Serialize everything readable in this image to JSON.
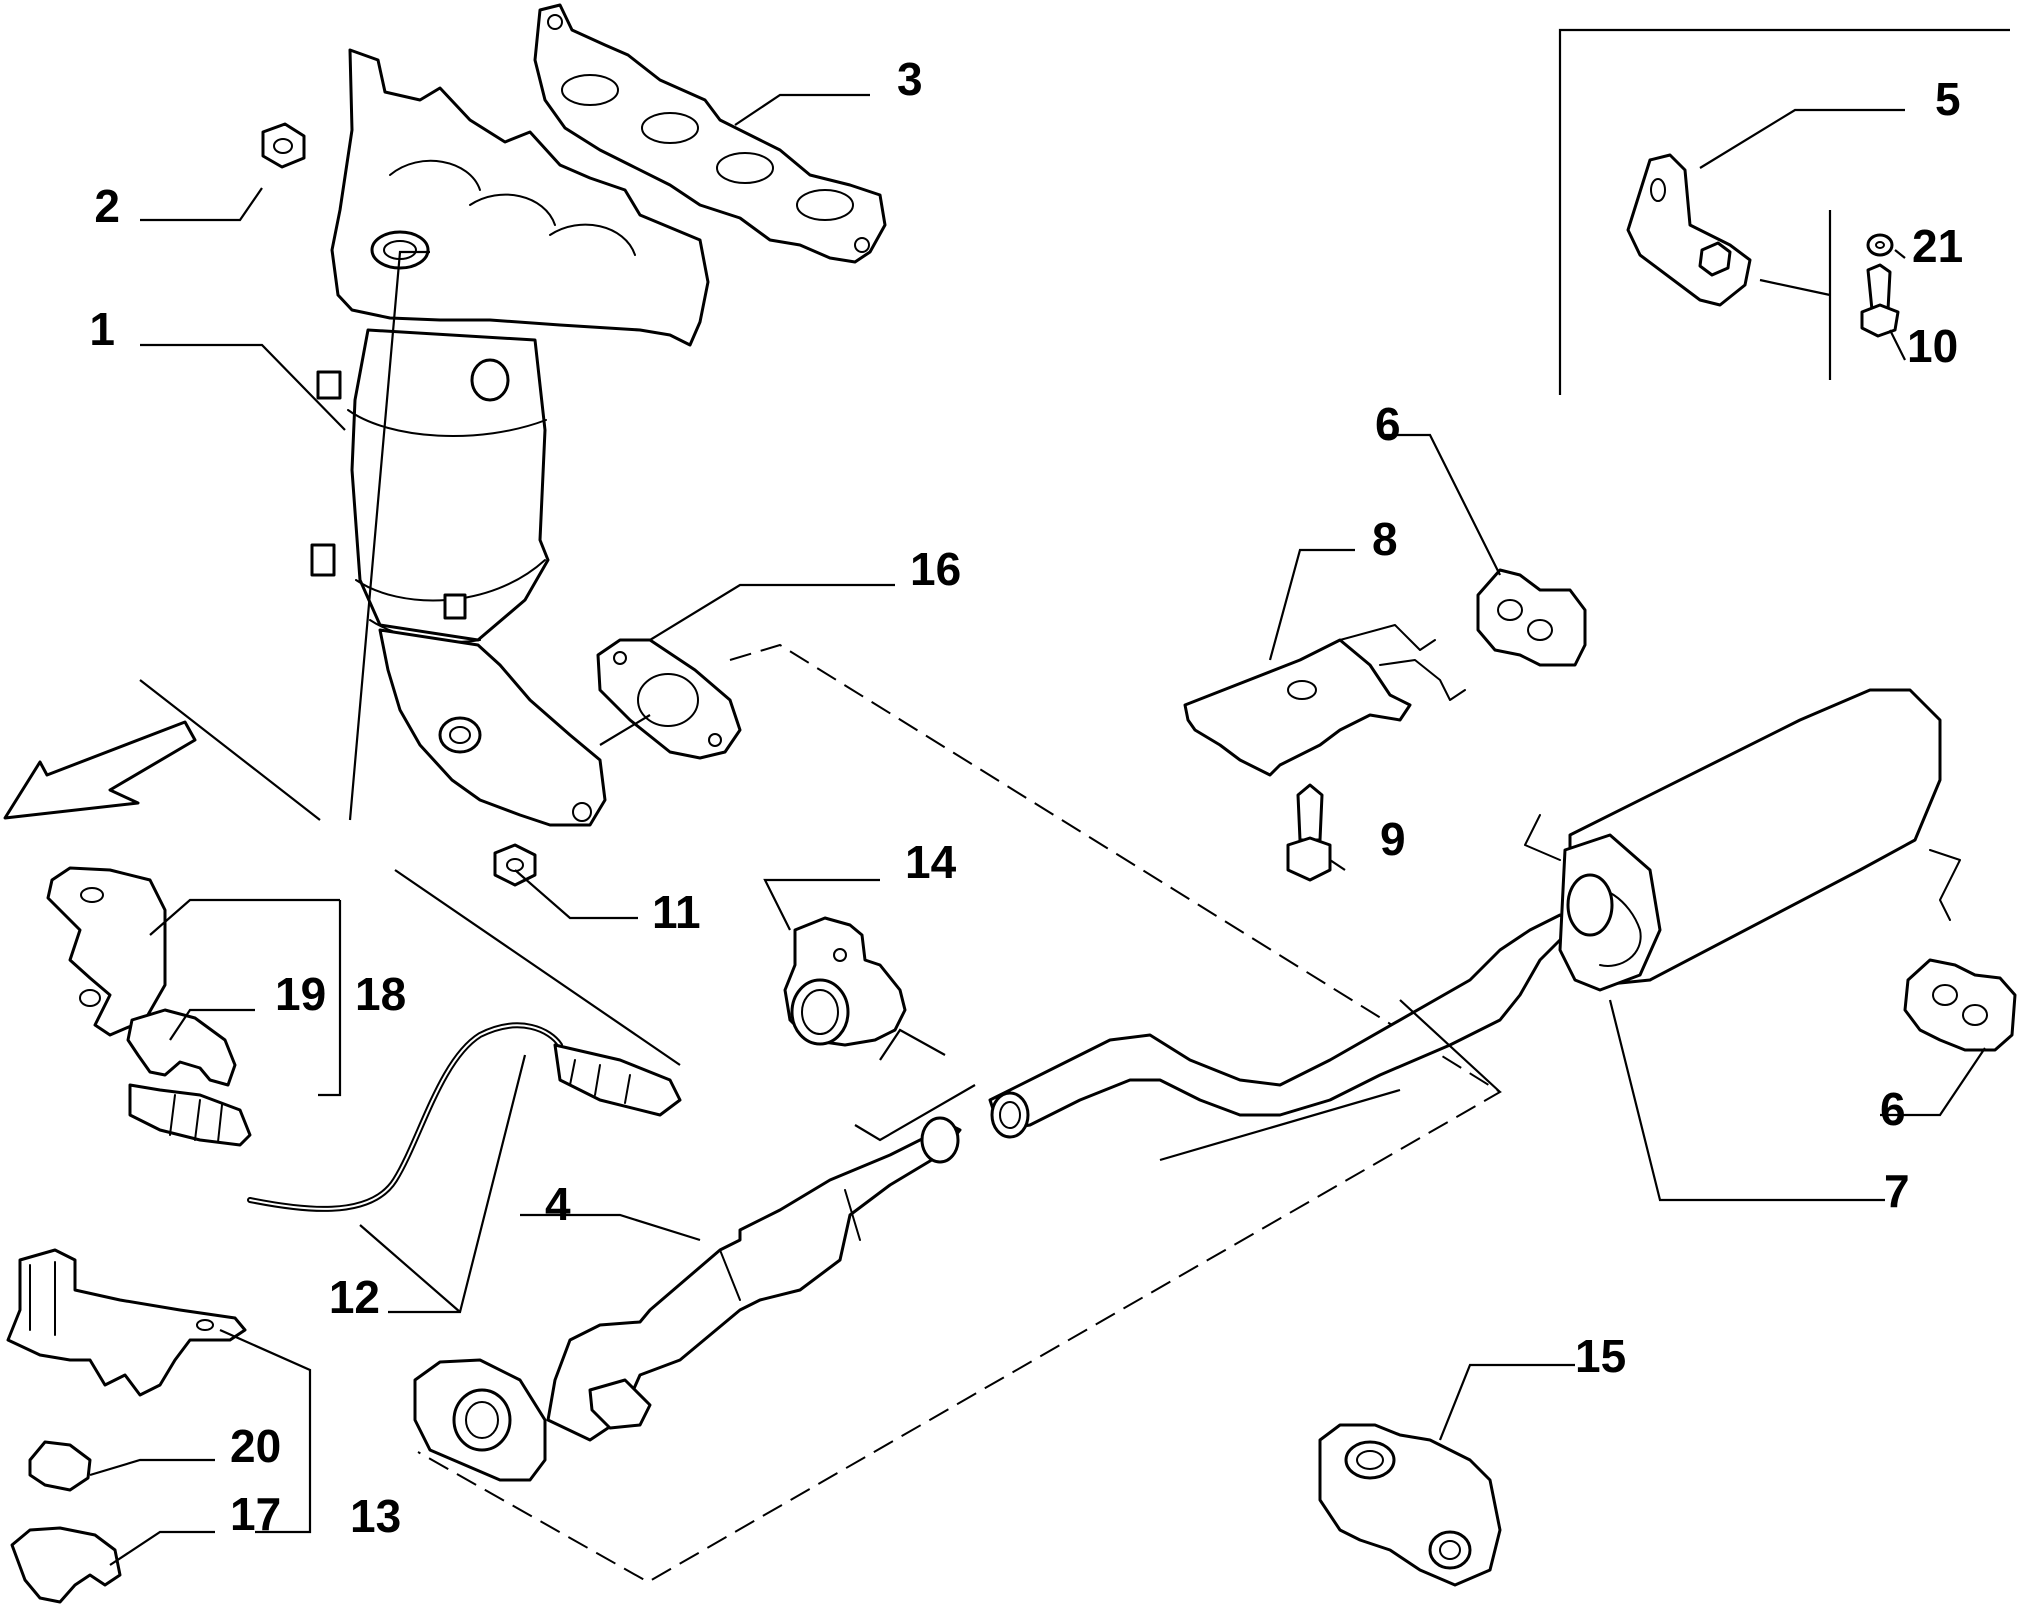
{
  "diagram": {
    "labels": {
      "l1": "1",
      "l2": "2",
      "l3": "3",
      "l4": "4",
      "l5": "5",
      "l6a": "6",
      "l6b": "6",
      "l7": "7",
      "l8": "8",
      "l9": "9",
      "l10": "10",
      "l11": "11",
      "l12": "12",
      "l13": "13",
      "l14": "14",
      "l15": "15",
      "l16": "16",
      "l17": "17",
      "l18": "18",
      "l19": "19",
      "l20": "20",
      "l21": "21"
    }
  }
}
